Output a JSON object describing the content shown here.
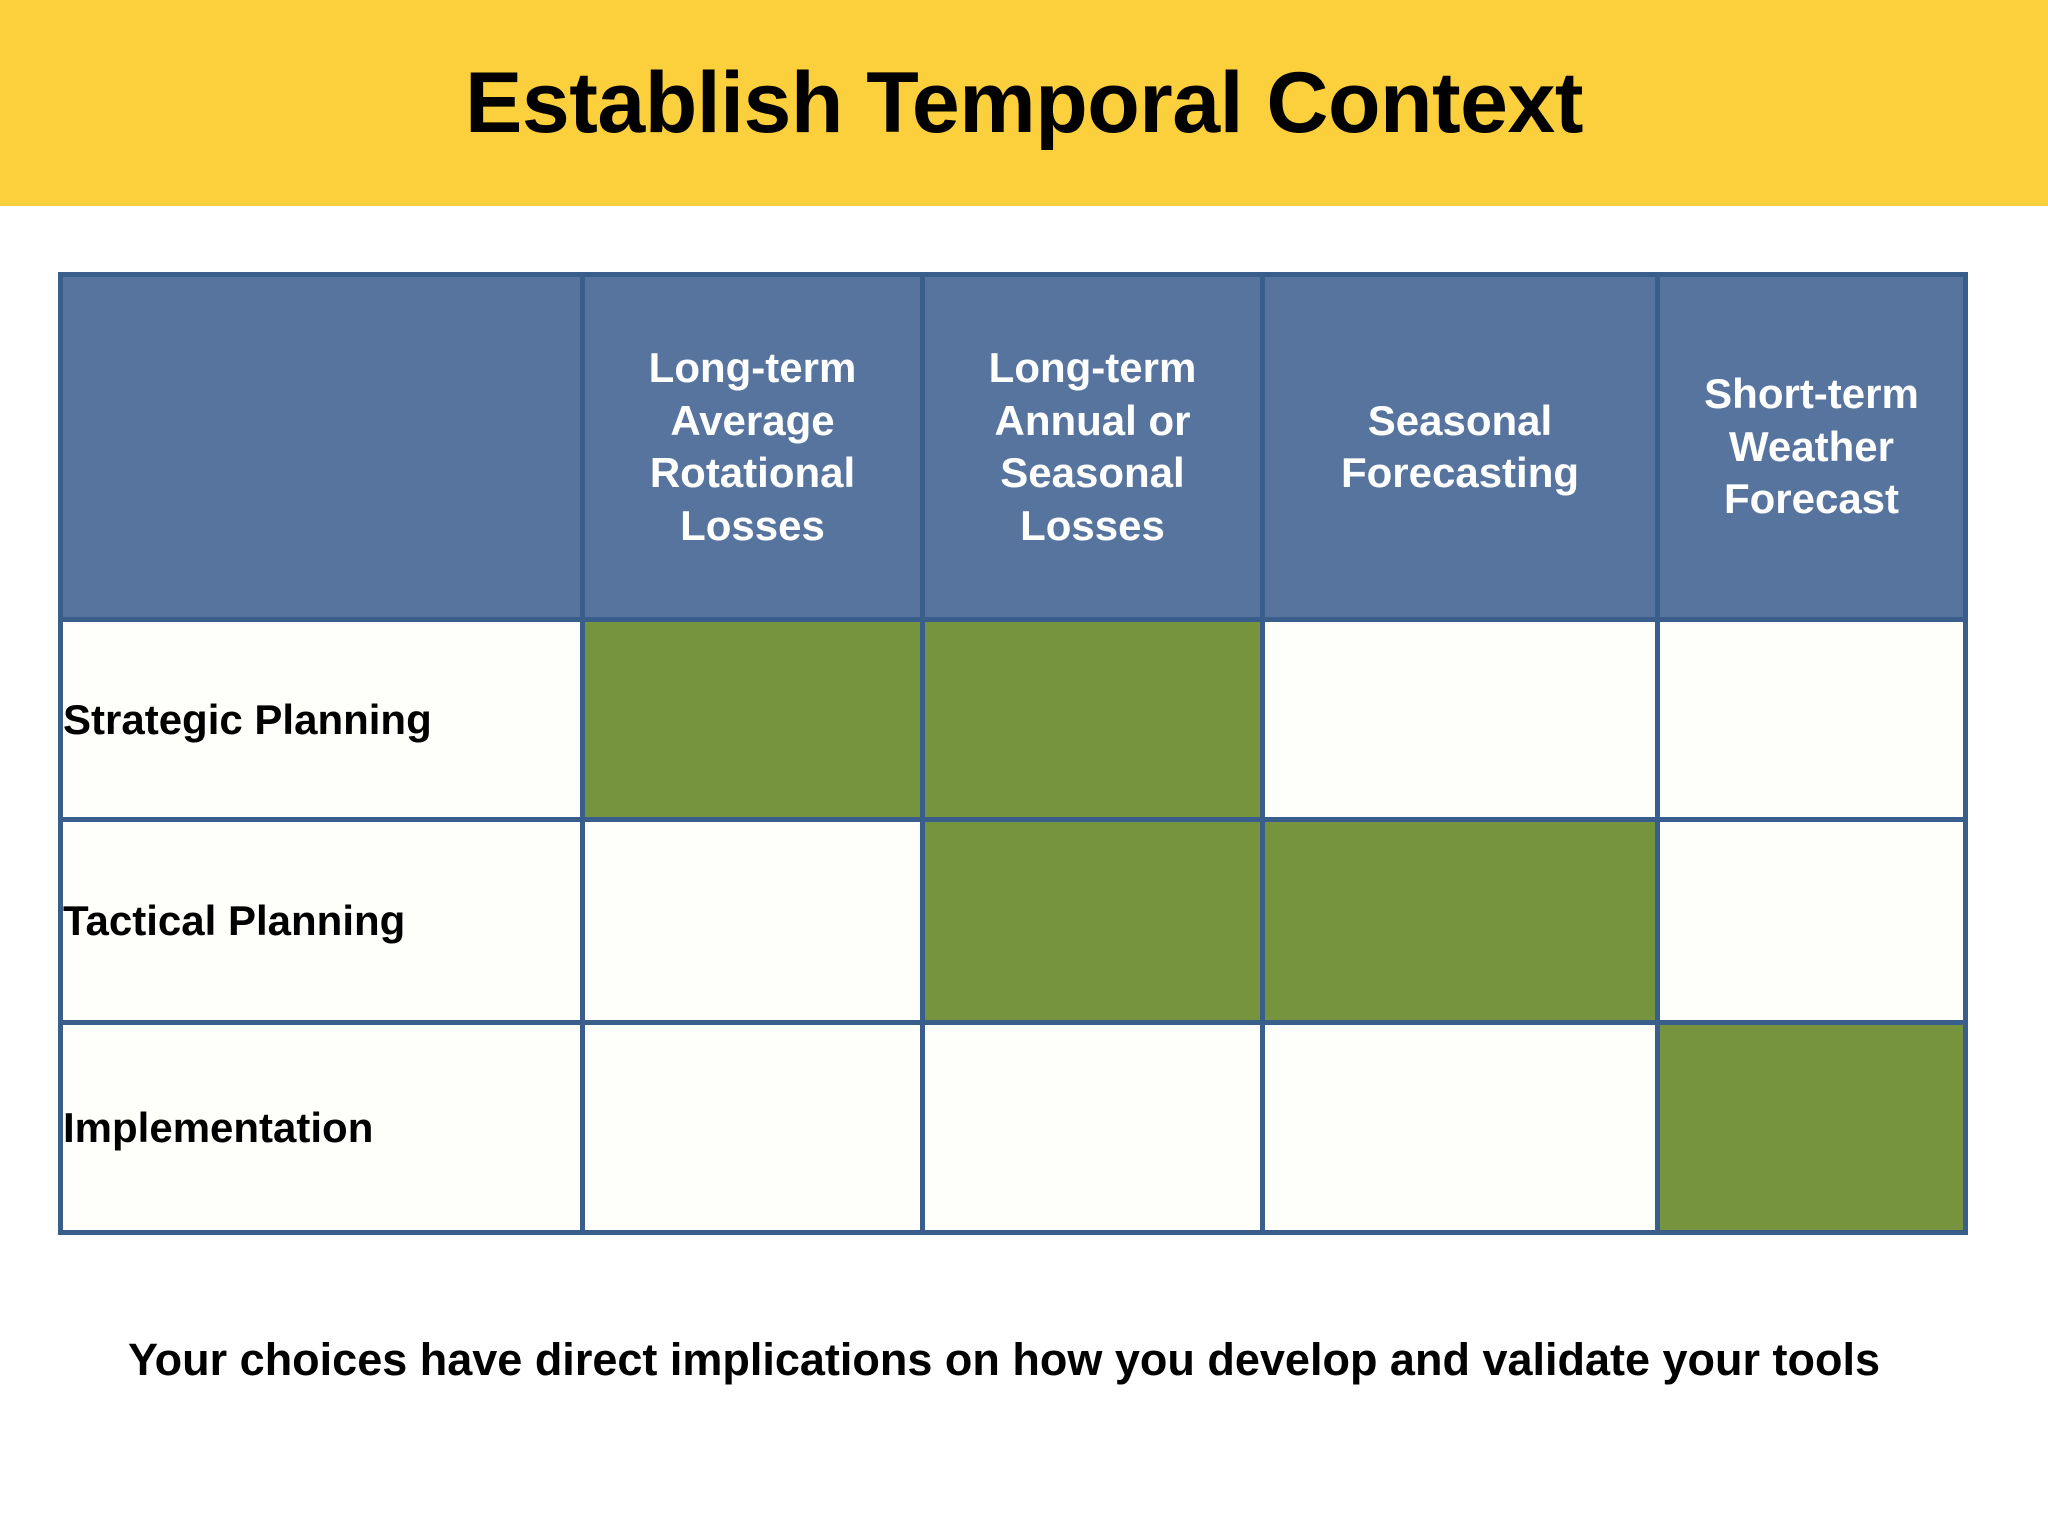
{
  "slide": {
    "title": "Establish Temporal Context",
    "caption": "Your choices have direct implications on how you develop and validate your tools"
  },
  "colors": {
    "banner": "#FCCF3C",
    "header_fill": "#57749F",
    "border": "#3A5E8C",
    "marked_fill": "#76943E",
    "cell_fill": "#FEFEFB",
    "title_text": "#000000",
    "header_text": "#FFFFFF"
  },
  "matrix": {
    "corner_label": "",
    "columns": [
      {
        "id": "lt-avg-rot-losses",
        "label": "Long-term Average Rotational Losses"
      },
      {
        "id": "lt-annual-seasonal-losses",
        "label": "Long-term Annual or Seasonal Losses"
      },
      {
        "id": "seasonal-forecasting",
        "label": "Seasonal Forecasting"
      },
      {
        "id": "short-term-weather-forecast",
        "label": "Short-term Weather Forecast"
      }
    ],
    "rows": [
      {
        "id": "strategic-planning",
        "label": "Strategic Planning",
        "marks": [
          true,
          true,
          false,
          false
        ]
      },
      {
        "id": "tactical-planning",
        "label": "Tactical Planning",
        "marks": [
          false,
          true,
          true,
          false
        ]
      },
      {
        "id": "implementation",
        "label": "Implementation",
        "marks": [
          false,
          false,
          false,
          true
        ]
      }
    ]
  }
}
